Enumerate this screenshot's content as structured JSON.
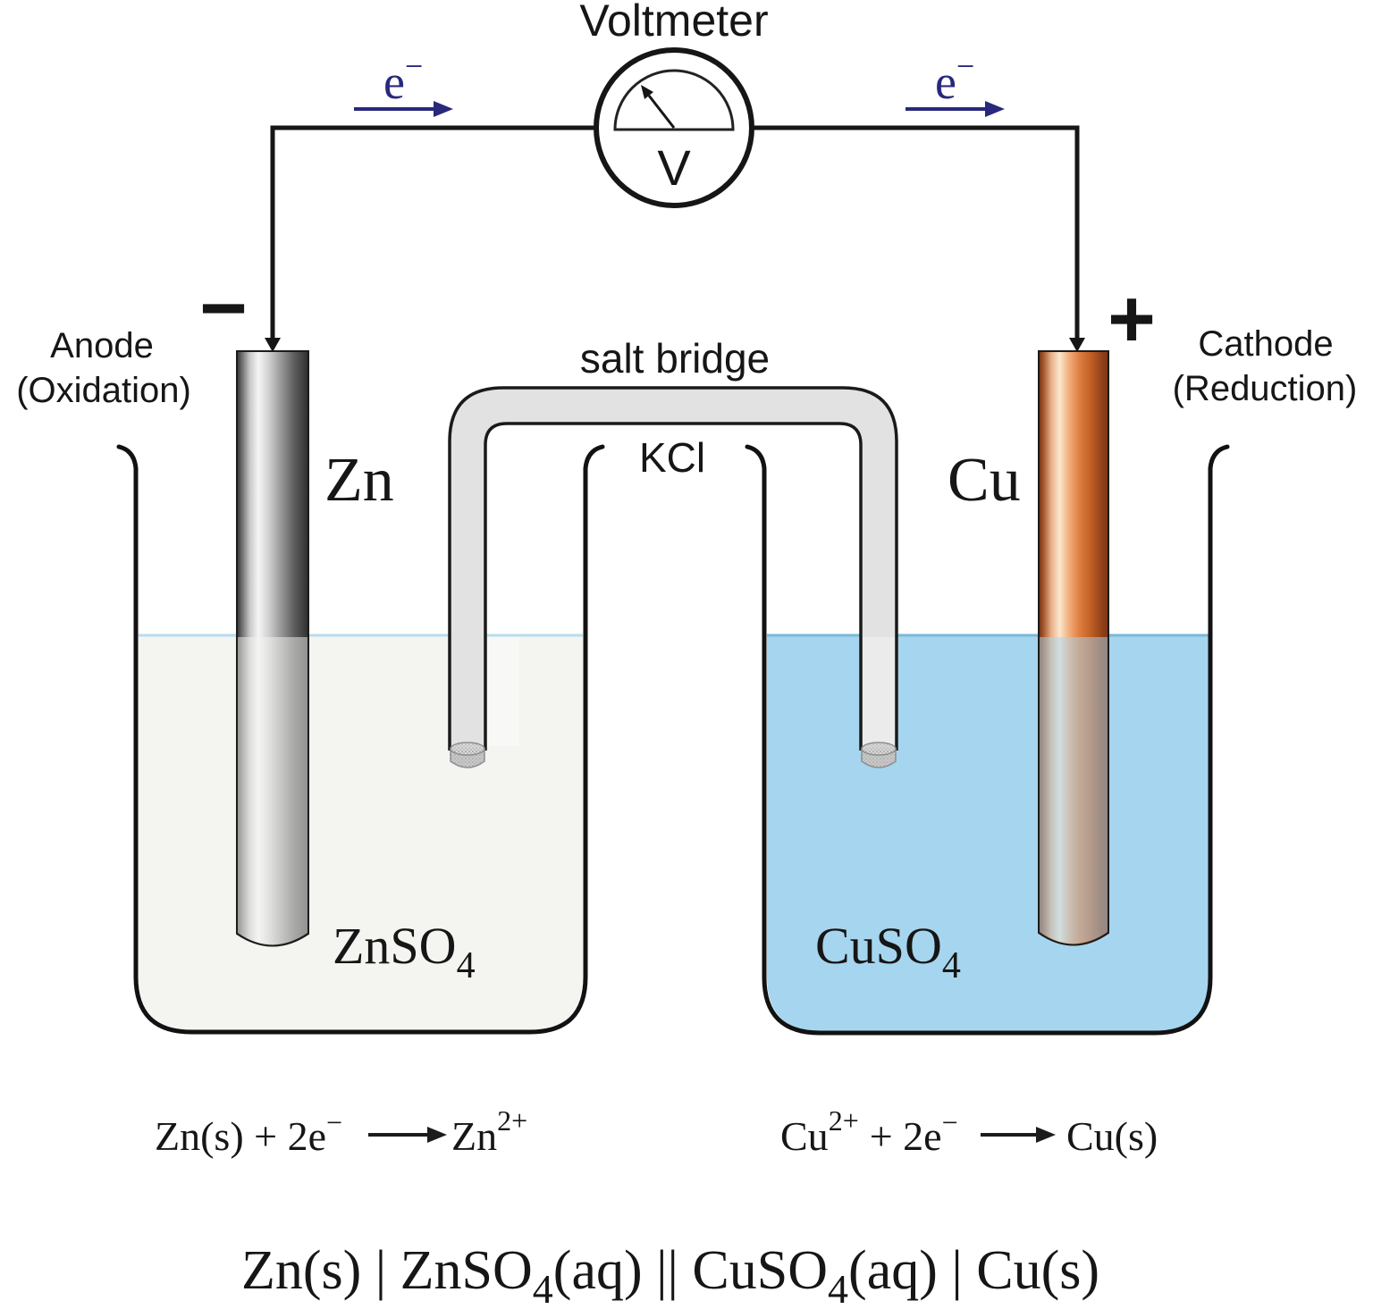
{
  "voltmeter": {
    "label": "Voltmeter",
    "dial_letter": "V"
  },
  "electron_flow": {
    "base": "e",
    "sup": "−"
  },
  "salt_bridge": {
    "label": "salt bridge",
    "electrolyte": "KCl",
    "tube_color": "#e2e2e2"
  },
  "left_cell": {
    "terminal_sign": "−",
    "role_line1": "Anode",
    "role_line2": "(Oxidation)",
    "electrode_label": "Zn",
    "solution_base": "ZnSO",
    "solution_sub": "4",
    "solution_color": "#f4f4f1",
    "reaction": {
      "lhs": "Zn(s) + 2e",
      "lhs_sup": "−",
      "rhs": "Zn",
      "rhs_sup": "2+"
    }
  },
  "right_cell": {
    "terminal_sign": "+",
    "role_line1": "Cathode",
    "role_line2": "(Reduction)",
    "electrode_label": "Cu",
    "solution_base": "CuSO",
    "solution_sub": "4",
    "solution_color": "#a6d5ef",
    "reaction": {
      "lhs1": "Cu",
      "lhs1_sup": "2+",
      "lhs2": "+ 2e",
      "lhs2_sup": "−",
      "rhs": "Cu(s)"
    }
  },
  "cell_notation": {
    "p1": "Zn(s) | ZnSO",
    "s1": "4",
    "p2": "(aq) || CuSO",
    "s2": "4",
    "p3": "(aq) | Cu(s)"
  },
  "colors": {
    "electron_blue": "#28287d",
    "wire_black": "#161616",
    "surface_line_left": "#b7dcee",
    "surface_line_right": "#79b7d9",
    "zn_metal_highlight": "#f5f5f5",
    "cu_metal_mid": "#e07f42"
  }
}
